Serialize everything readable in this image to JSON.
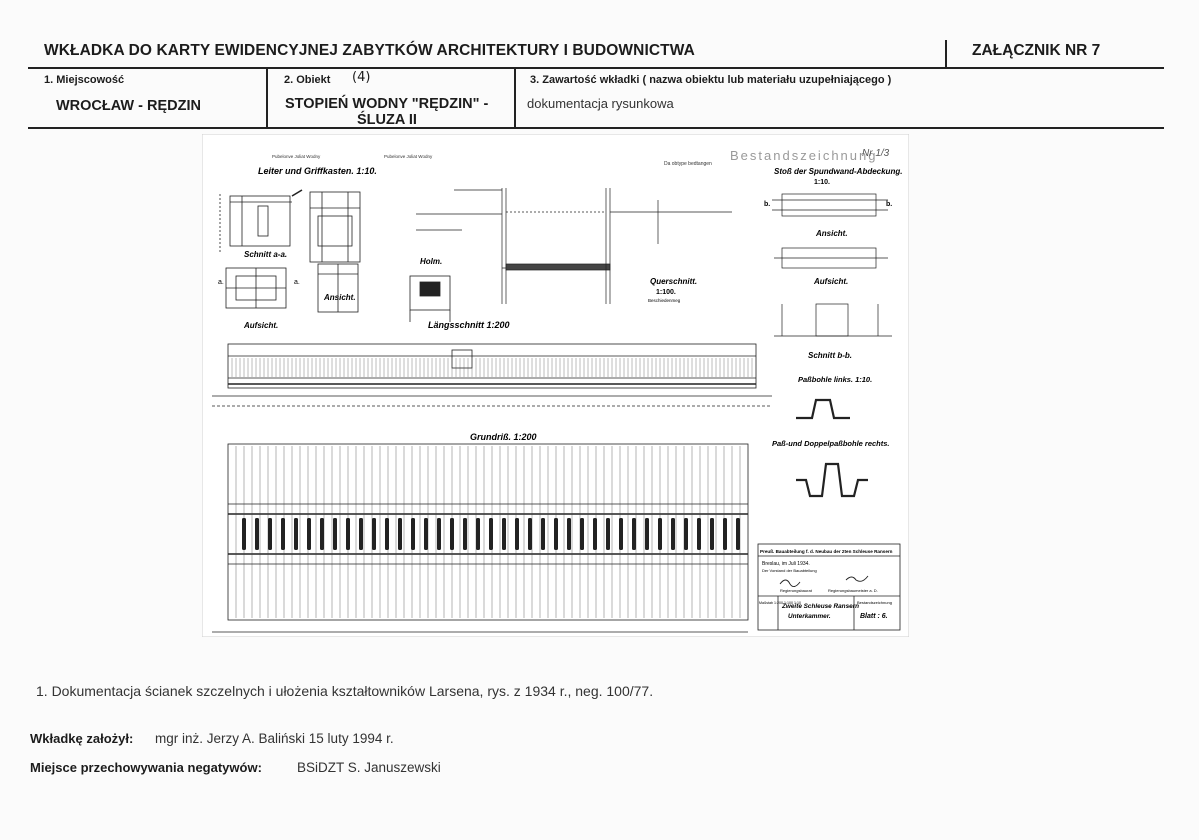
{
  "header": {
    "title": "WKŁADKA DO KARTY EWIDENCYJNEJ ZABYTKÓW ARCHITEKTURY I BUDOWNICTWA",
    "attachment": "ZAŁĄCZNIK NR 7"
  },
  "fields": {
    "location_label": "1. Miejscowość",
    "location_value": "WROCŁAW - RĘDZIN",
    "object_label": "2. Obiekt",
    "object_number": "(4)",
    "object_value_line1": "STOPIEŃ WODNY \"RĘDZIN\" -",
    "object_value_line2": "ŚLUZA II",
    "content_label": "3. Zawartość wkładki ( nazwa obiektu lub materiału uzupełniającego )",
    "content_value": "dokumentacja rysunkowa"
  },
  "drawing": {
    "stamp": "Bestandszeichnung",
    "stamp_note": "Nr 1/3",
    "top_note": "Da obtype bedtangen",
    "sec_ladder": "Leiter und Griffkasten.  1:10.",
    "small_title": "Pubelonve Joliat Wodny",
    "section_aa": "Schnitt a-a.",
    "elev_left": "Ansicht.",
    "plan_left": "Aufsicht.",
    "letter_a": "a.",
    "holm": "Holm.",
    "cross": "Querschnitt.",
    "cross_scale": "1:100.",
    "cross_note": "Beschiedenmeg",
    "long_sec": "Längsschnitt   1:200",
    "ground": "Grundriß.   1:200",
    "joint_title": "Stoß der Spundwand-Abdeckung.",
    "joint_scale": "1:10.",
    "letter_b": "b.",
    "j_elev": "Ansicht.",
    "j_plan": "Aufsicht.",
    "section_bb": "Schnitt b-b.",
    "pass_left": "Paßbohle links.  1:10.",
    "pass_right": "Paß-und Doppelpaßbohle rechts.",
    "tb_office": "Preuß. Bauabteilung f. d. Neubau der 2ten Schleuse Ransern",
    "tb_date": "Breslau, im Juli 1934.",
    "tb_head": "Der Vorstand der Bauabteilung",
    "tb_sign1": "Regierungsbaurat",
    "tb_sign2": "Regierungsbaumeister a. D.",
    "tb_scales": "Maßstab 1:200 1:100 1:10",
    "tb_name_line1": "Zweite Schleuse Ransern",
    "tb_name_line2": "Unterkammer.",
    "tb_sheet_label": "Bestandszeichnung",
    "tb_sheet": "Blatt : 6."
  },
  "caption": "1. Dokumentacja ścianek szczelnych i ułożenia kształtowników Larsena, rys. z 1934 r., neg. 100/77.",
  "meta": {
    "author_label": "Wkładkę założył:",
    "author_value": "mgr inż. Jerzy A. Baliński 15 luty 1994 r.",
    "storage_label": "Miejsce przechowywania negatywów:",
    "storage_value": "BSiDZT S. Januszewski"
  }
}
